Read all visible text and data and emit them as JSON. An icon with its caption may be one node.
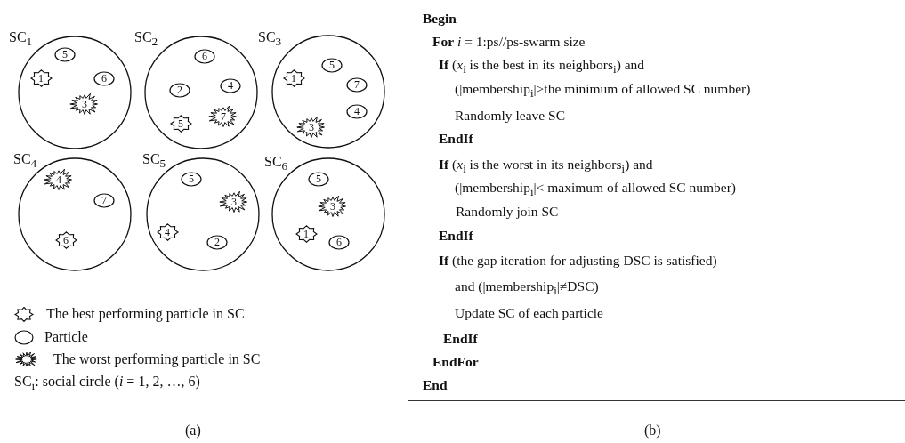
{
  "diagram": {
    "nodes": [
      {
        "text": [
          "SC$_{1}$"
        ]
      },
      {
        "text": [
          "5"
        ],
        "in": 0
      },
      {
        "text": [
          "1"
        ],
        "in": 0
      },
      {
        "text": [
          "6"
        ],
        "in": 0
      },
      {
        "text": [
          "3"
        ],
        "in": 0
      },
      {
        "text": [
          "SC$_{2}$"
        ]
      },
      {
        "text": [
          "6"
        ],
        "in": 5
      },
      {
        "text": [
          "2"
        ],
        "in": 5
      },
      {
        "text": [
          "4"
        ],
        "in": 5
      },
      {
        "text": [
          "5"
        ],
        "in": 5
      },
      {
        "text": [
          "7"
        ],
        "in": 5
      },
      {
        "text": [
          "SC$_{3}$"
        ]
      },
      {
        "text": [
          "5"
        ],
        "in": 11
      },
      {
        "text": [
          "1"
        ],
        "in": 11
      },
      {
        "text": [
          "7"
        ],
        "in": 11
      },
      {
        "text": [
          "4"
        ],
        "in": 11
      },
      {
        "text": [
          "3"
        ],
        "in": 11
      },
      {
        "text": [
          "SC$_{4}$"
        ]
      },
      {
        "text": [
          "4"
        ],
        "in": 17
      },
      {
        "text": [
          "7"
        ],
        "in": 17
      },
      {
        "text": [
          "6"
        ],
        "in": 17
      },
      {
        "text": [
          "SC$_{5}$"
        ]
      },
      {
        "text": [
          "5"
        ],
        "in": 21
      },
      {
        "text": [
          "3"
        ],
        "in": 21
      },
      {
        "text": [
          "4"
        ],
        "in": 21
      },
      {
        "text": [
          "2"
        ],
        "in": 21
      },
      {
        "text": [
          "SC$_{6}$"
        ]
      },
      {
        "text": [
          "5"
        ],
        "in": 26
      },
      {
        "text": [
          "3"
        ],
        "in": 26
      },
      {
        "text": [
          "1"
        ],
        "in": 26
      },
      {
        "text": [
          "6"
        ],
        "in": 26
      }
    ],
    "labels": [
      "SC$_{i}$: social circle (*i* = 1, 2, …, 6)",
      "(a)",
      "Begin",
      "**For** *i* = 1:ps//ps-swarm size",
      "**If** (*x*$_{i}$ is the best in its neighbors$_{i}$) and",
      "(|membership$_{i}$|>the minimum of allowed SC number)",
      "Randomly leave SC",
      "EndIf",
      "**If** (*x*$_{i}$ is the worst in its neighbors$_{i}$) and",
      "(|membership$_{i}$|< maximum of allowed SC number)",
      "Randomly join SC",
      "EndIf",
      "**If** (the gap iteration for adjusting DSC is satisfied)",
      "and (|membership$_{i}$|≠DSC)",
      "Update SC of each particle",
      "EndIf",
      "EndFor",
      "End",
      "(b)"
    ],
    "legend": [
      {
        "text": "The best performing particle in SC"
      },
      {
        "text": "Particle"
      },
      {
        "text": "The worst performing particle in SC"
      }
    ]
  }
}
